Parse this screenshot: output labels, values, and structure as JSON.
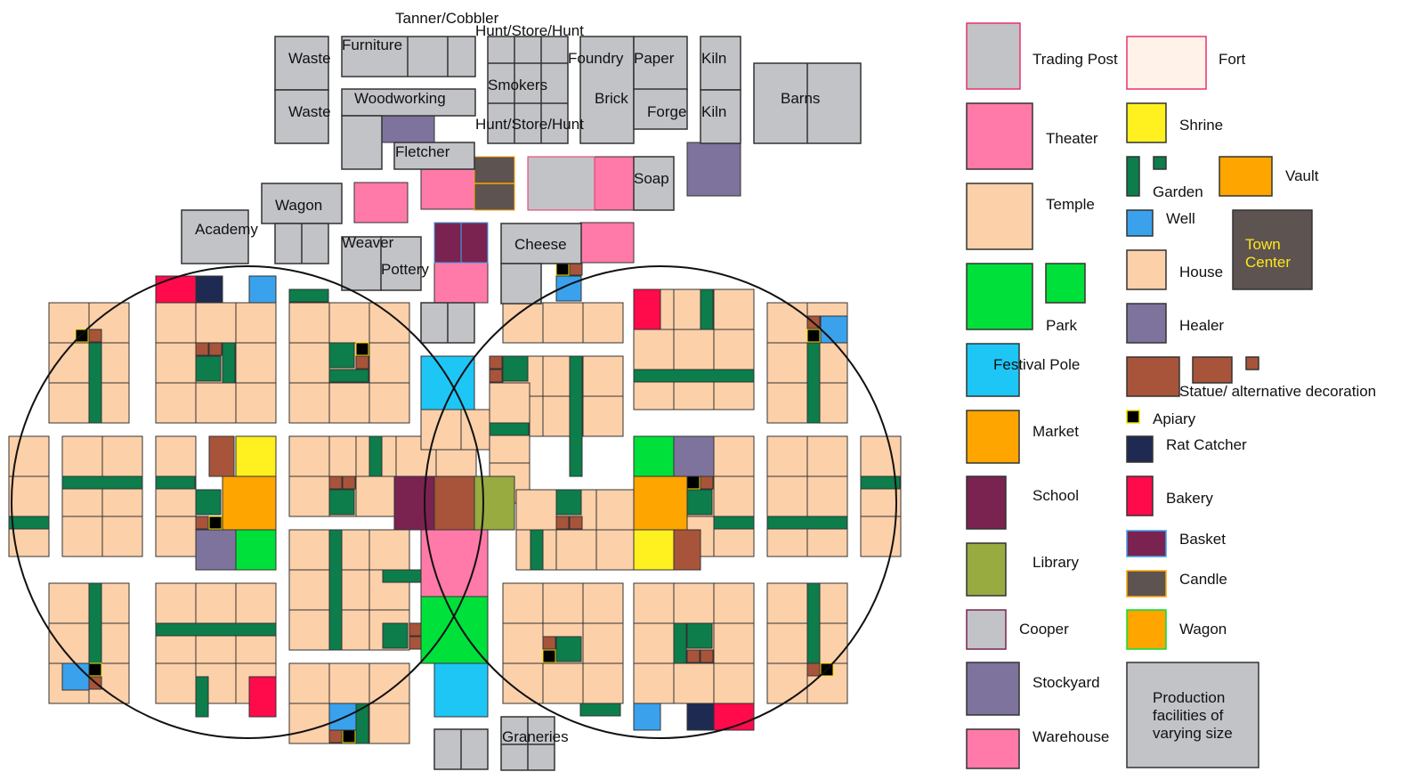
{
  "colors": {
    "house": "#fcd0a9",
    "prod": "#c2c3c7",
    "garden": "#0c7d4b",
    "statue": "#a8543a",
    "apiary": "#000000",
    "apiary_border": "#f5e400",
    "well": "#3aa2ed",
    "festival": "#1ec6f6",
    "park": "#00e03a",
    "market": "#ffa500",
    "shrine": "#fff01f",
    "healer": "#7e739c",
    "school": "#7a2350",
    "library": "#97ab40",
    "warehouse": "#ff7aa8",
    "bakery": "#ff0a4b",
    "ratcatcher": "#1e2a52",
    "candle": "#5d5350",
    "towncenter": "#5d5350",
    "trading_border": "#e8336d",
    "fort": "#fff2e8"
  },
  "map_labels": {
    "tanner": "Tanner/Cobbler",
    "hunt1": "Hunt/Store/Hunt",
    "hunt2": "Hunt/Store/Hunt",
    "furniture": "Furniture",
    "foundry": "Foundry",
    "paper": "Paper",
    "kiln1": "Kiln",
    "kiln2": "Kiln",
    "waste1": "Waste",
    "waste2": "Waste",
    "woodworking": "Woodworking",
    "smokers": "Smokers",
    "brick": "Brick",
    "forge": "Forge",
    "barns": "Barns",
    "fletcher": "Fletcher",
    "soap": "Soap",
    "wagon": "Wagon",
    "academy": "Academy",
    "weaver": "Weaver",
    "pottery": "Pottery",
    "cheese": "Cheese",
    "graneries": "Graneries"
  },
  "legend": {
    "trading_post": "Trading Post",
    "fort": "Fort",
    "theater": "Theater",
    "shrine": "Shrine",
    "garden": "Garden",
    "vault": "Vault",
    "temple": "Temple",
    "well": "Well",
    "town_center": [
      "Town",
      "Center"
    ],
    "park": "Park",
    "house": "House",
    "healer": "Healer",
    "festival_pole": "Festival Pole",
    "statue": "Statue/ alternative decoration",
    "apiary": "Apiary",
    "market": "Market",
    "rat_catcher": "Rat Catcher",
    "school": "School",
    "bakery": "Bakery",
    "basket": "Basket",
    "library": "Library",
    "candle": "Candle",
    "cooper": "Cooper",
    "wagon": "Wagon",
    "stockyard": "Stockyard",
    "production": [
      "Production",
      "facilities of",
      "varying size"
    ],
    "warehouse": "Warehouse"
  }
}
